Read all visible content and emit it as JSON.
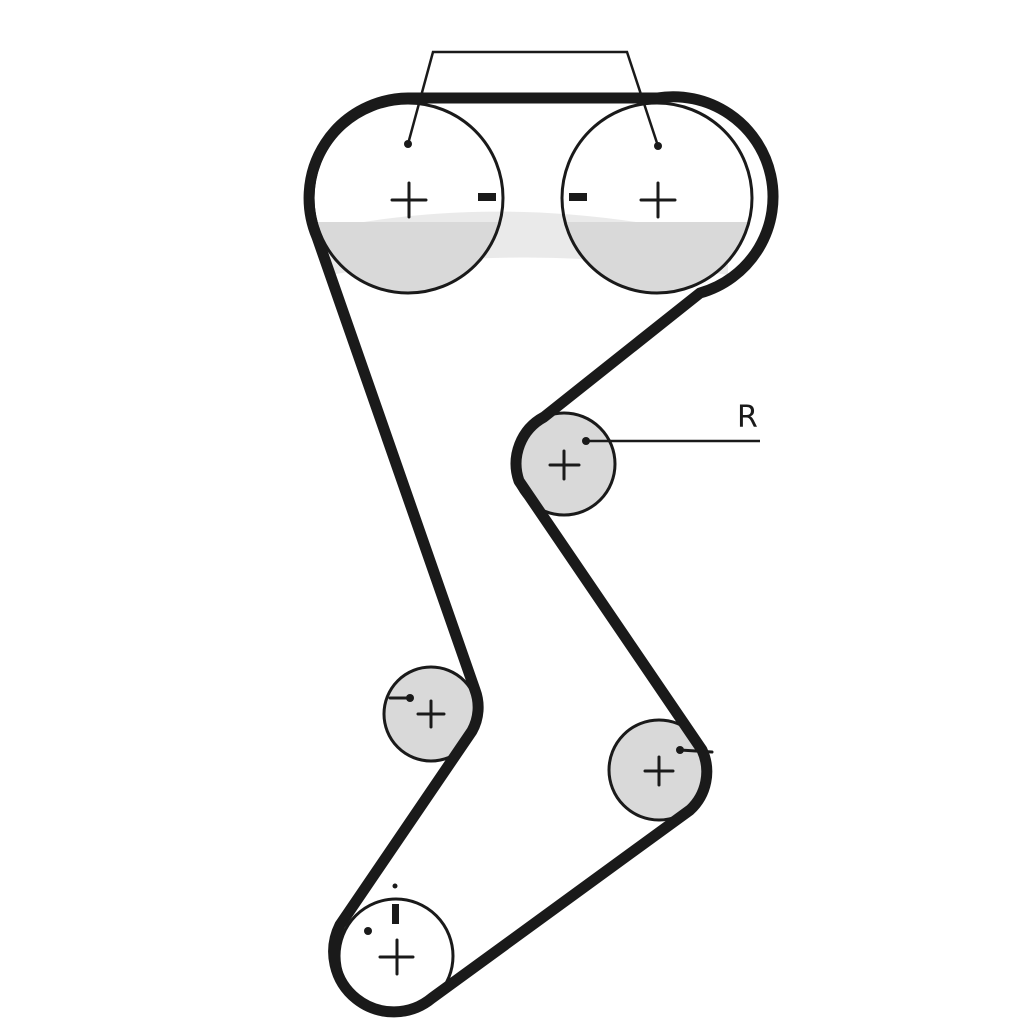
{
  "diagram": {
    "title": "",
    "labels": {
      "tensioner": "R"
    },
    "timing_marks": {
      "camshaft_left": "-",
      "camshaft_right": "-"
    },
    "pulleys": [
      {
        "id": "camshaft-left",
        "role": "camshaft sprocket",
        "shaded": "lower"
      },
      {
        "id": "camshaft-right",
        "role": "camshaft sprocket",
        "shaded": "lower"
      },
      {
        "id": "tensioner",
        "role": "tensioner roller",
        "shaded": "full"
      },
      {
        "id": "idler-left",
        "role": "idler roller",
        "shaded": "full"
      },
      {
        "id": "idler-right",
        "role": "idler roller",
        "shaded": "full"
      },
      {
        "id": "crankshaft",
        "role": "crankshaft sprocket",
        "shaded": "none"
      }
    ],
    "colors": {
      "ink": "#1a1a1a",
      "shade": "#d9d9d9",
      "background": "#ffffff"
    }
  }
}
